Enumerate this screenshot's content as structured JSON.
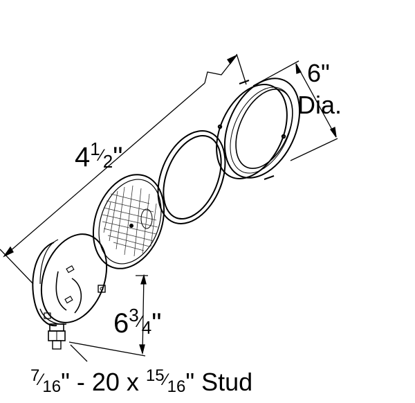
{
  "dimensions": {
    "overall_depth": {
      "whole": "4",
      "num": "1",
      "den": "2",
      "unit": "\""
    },
    "lens_diameter": {
      "value": "6\"",
      "suffix": "Dia."
    },
    "housing_height": {
      "whole": "6",
      "num": "3",
      "den": "4",
      "unit": "\""
    },
    "stud": {
      "thread_num": "7",
      "thread_den": "16",
      "thread_unit": "\"",
      "sep1": " - 20 x ",
      "length_num": "15",
      "length_den": "16",
      "length_unit": "\"",
      "label": " Stud"
    }
  },
  "parts": [
    "housing",
    "sealed-beam-lamp",
    "retaining-ring",
    "bezel"
  ]
}
